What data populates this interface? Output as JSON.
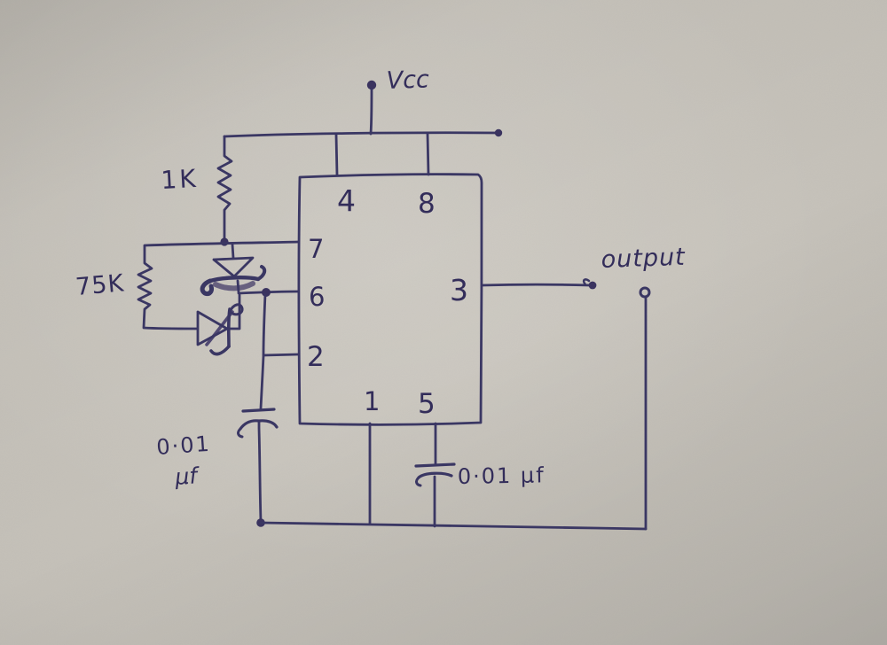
{
  "figure": {
    "kind": "hand-drawn circuit sketch on paper",
    "subject": "555 timer astable oscillator with diode duty-cycle control"
  },
  "colors": {
    "paper": "#c3bfb7",
    "ink": "#342e5b"
  },
  "labels": {
    "vcc": "Vcc",
    "r1": "1K",
    "r2": "75K",
    "pin4": "4",
    "pin8": "8",
    "pin7": "7",
    "pin6": "6",
    "pin2": "2",
    "pin3": "3",
    "pin1": "1",
    "pin5": "5",
    "c1_value": "0·01",
    "c1_unit": "μf",
    "c2_value": "0·01 μf",
    "output": "output"
  }
}
